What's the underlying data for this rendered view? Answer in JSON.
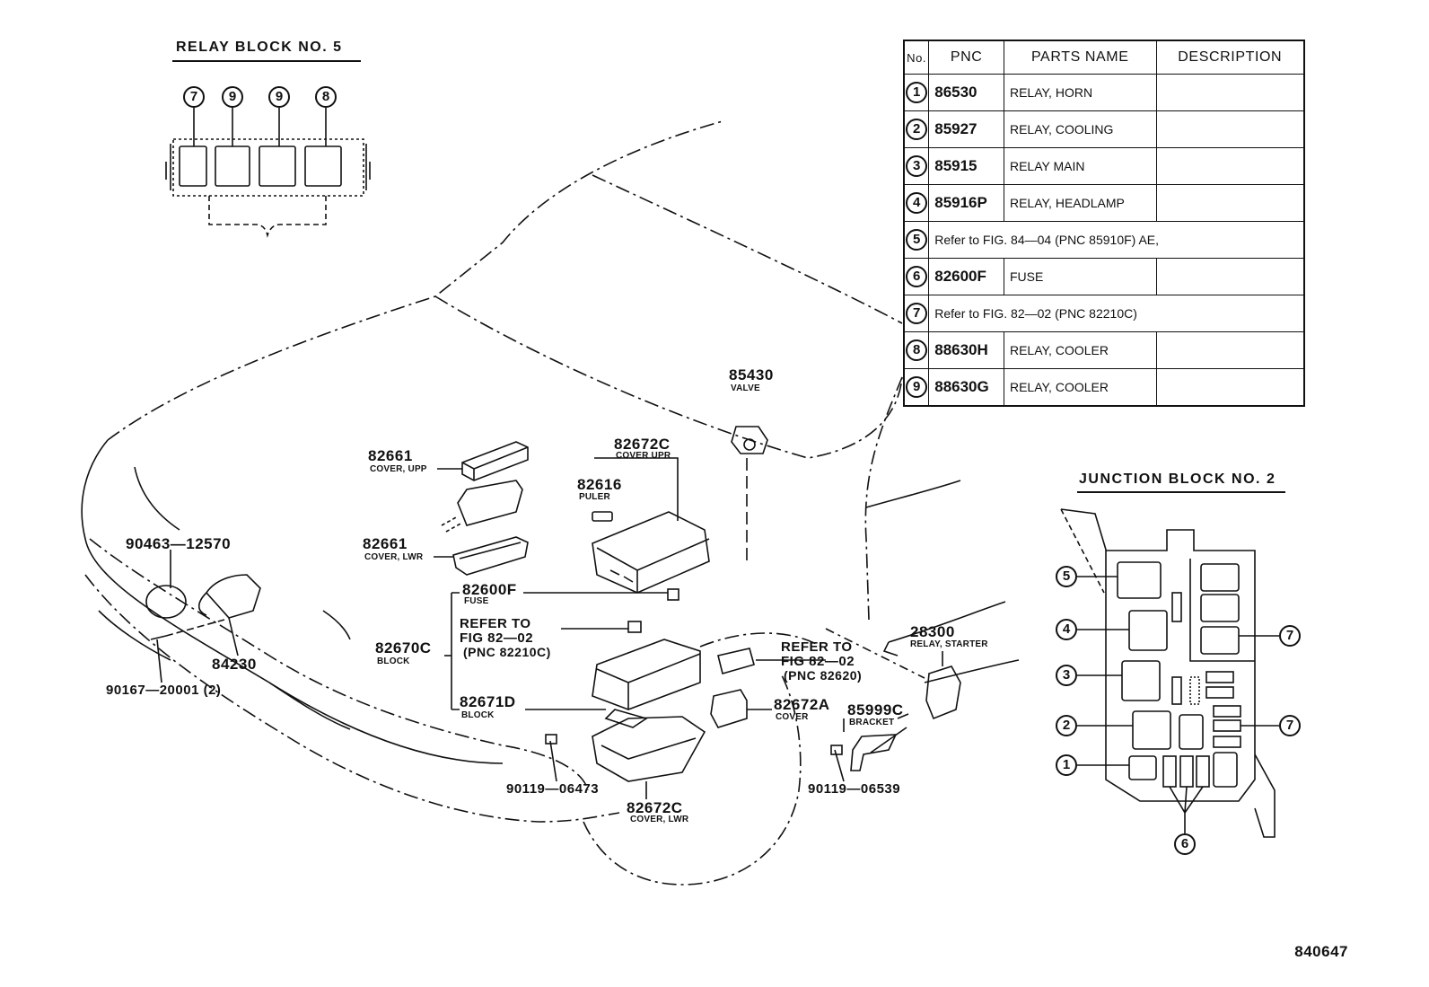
{
  "relay_block": {
    "title": "RELAY BLOCK NO. 5",
    "callouts": [
      "7",
      "9",
      "9",
      "8"
    ]
  },
  "junction_block": {
    "title": "JUNCTION BLOCK NO. 2",
    "callouts": {
      "c5": "5",
      "c4": "4",
      "c3": "3",
      "c2": "2",
      "c1": "1",
      "c7a": "7",
      "c7b": "7",
      "c6": "6"
    }
  },
  "parts_table": {
    "headers": {
      "no": "No.",
      "pnc": "PNC",
      "name": "PARTS NAME",
      "desc": "DESCRIPTION"
    },
    "rows": [
      {
        "no": "1",
        "pnc": "86530",
        "name": "RELAY, HORN",
        "desc": ""
      },
      {
        "no": "2",
        "pnc": "85927",
        "name": "RELAY, COOLING",
        "desc": ""
      },
      {
        "no": "3",
        "pnc": "85915",
        "name": "RELAY MAIN",
        "desc": ""
      },
      {
        "no": "4",
        "pnc": "85916P",
        "name": "RELAY, HEADLAMP",
        "desc": ""
      },
      {
        "no": "5",
        "note": "Refer to FIG. 84—04 (PNC 85910F) AE,"
      },
      {
        "no": "6",
        "pnc": "82600F",
        "name": "FUSE",
        "desc": ""
      },
      {
        "no": "7",
        "note": "Refer to FIG. 82—02 (PNC 82210C)"
      },
      {
        "no": "8",
        "pnc": "88630H",
        "name": "RELAY, COOLER",
        "desc": ""
      },
      {
        "no": "9",
        "pnc": "88630G",
        "name": "RELAY, COOLER",
        "desc": ""
      }
    ]
  },
  "labels": {
    "p85430": "85430",
    "p85430_sub": "VALVE",
    "p82661a": "82661",
    "p82661a_sub": "COVER, UPP",
    "p82672c_upr": "82672C",
    "p82672c_upr_sub": "COVER UPR",
    "p82616": "82616",
    "p82616_sub": "PULER",
    "p82661b": "82661",
    "p82661b_sub": "COVER, LWR",
    "p90463": "90463—12570",
    "p82600f": "82600F",
    "p82600f_sub": "FUSE",
    "refer1_l1": "REFER TO",
    "refer1_l2": "FIG 82—02",
    "refer1_l3": "(PNC 82210C)",
    "p82670c": "82670C",
    "p82670c_sub": "BLOCK",
    "p84230": "84230",
    "p90167": "90167—20001 (2)",
    "p82671d": "82671D",
    "p82671d_sub": "BLOCK",
    "refer2_l1": "REFER TO",
    "refer2_l2": "FIG 82—02",
    "refer2_l3": "(PNC 82620)",
    "p28300": "28300",
    "p28300_sub": "RELAY, STARTER",
    "p82672a": "82672A",
    "p82672a_sub": "COVER",
    "p85999c": "85999C",
    "p85999c_sub": "BRACKET",
    "p90119a": "90119—06473",
    "p90119b": "90119—06539",
    "p82672c_lwr": "82672C",
    "p82672c_lwr_sub": "COVER, LWR",
    "doc_number": "840647"
  }
}
